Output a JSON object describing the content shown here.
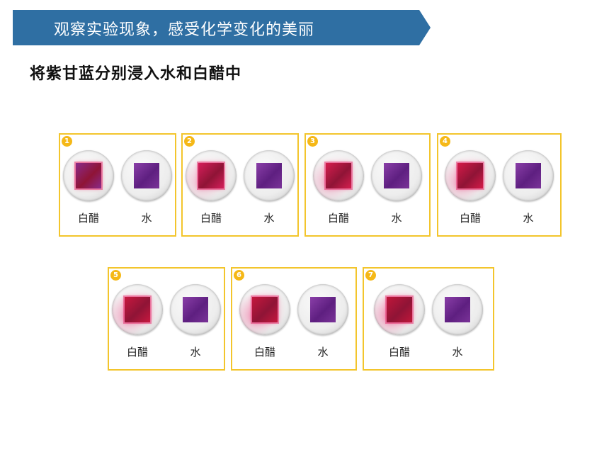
{
  "header": {
    "title": "观察实验现象，感受化学变化的美丽"
  },
  "subtitle": "将紫甘蓝分别浸入水和白醋中",
  "caption_vinegar": "白醋",
  "caption_water": "水",
  "colors": {
    "banner": "#2f6fa3",
    "panel_border": "#f3c52c",
    "badge": "#f5b817",
    "cabbage_purple": "#6b2a8e",
    "vinegar_red": "#d81a55",
    "pink_stain": "#f07aa6"
  },
  "panels": [
    {
      "badge": "1",
      "vinegar_color": "#8a2a8a",
      "stain": 0.0
    },
    {
      "badge": "2",
      "vinegar_color": "#d51e5a",
      "stain": 0.35
    },
    {
      "badge": "3",
      "vinegar_color": "#d51e4e",
      "stain": 0.5
    },
    {
      "badge": "4",
      "vinegar_color": "#d41a48",
      "stain": 0.65
    },
    {
      "badge": "5",
      "vinegar_color": "#c8183f",
      "stain": 0.75
    },
    {
      "badge": "6",
      "vinegar_color": "#c5173d",
      "stain": 0.85
    },
    {
      "badge": "7",
      "vinegar_color": "#c0163a",
      "stain": 0.95
    }
  ]
}
